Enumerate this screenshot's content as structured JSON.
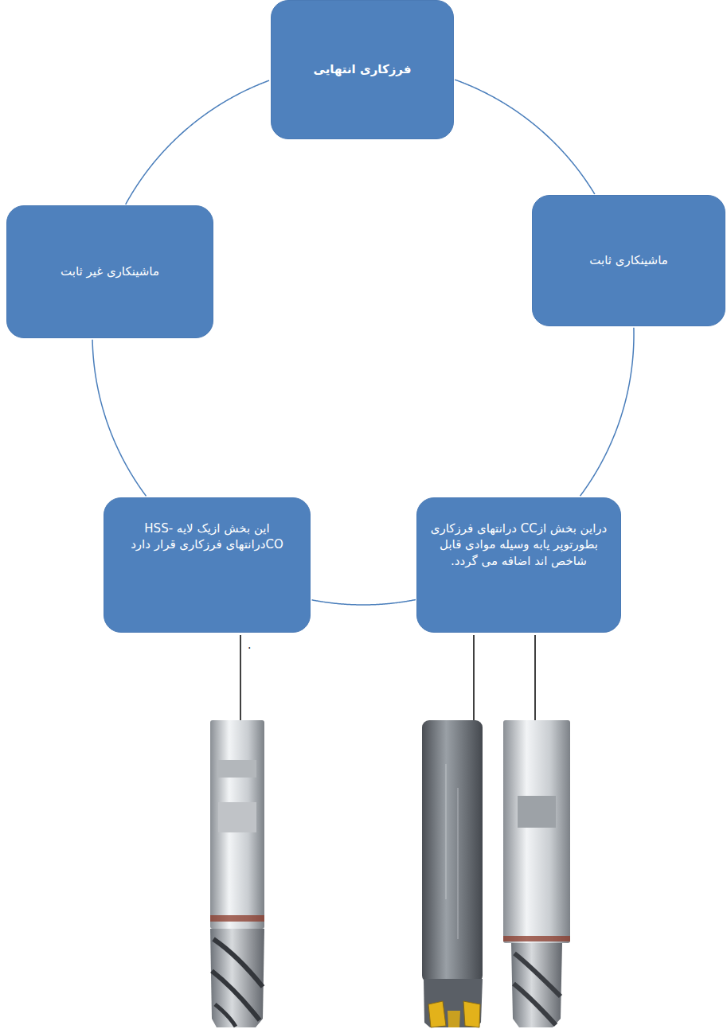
{
  "diagram": {
    "nodes": [
      {
        "text": [
          "فرزکاری انتهایی"
        ]
      },
      {
        "text": [
          "ماشینکاری ثابت"
        ]
      },
      {
        "text": [
          "ماشینکاری غیر ثابت"
        ]
      },
      {
        "text": [
          "این بخش ازیک لایه -HSS COدرانتهای فرزکاری قرار دارد"
        ]
      },
      {
        "text": [
          "دراین بخش ازCC درانتهای فرزکاری بطورتوپر یابه وسیله موادی قابل شاخص اند اضافه می گردد."
        ]
      }
    ],
    "edges": [
      {
        "from": 0,
        "to": 1,
        "arrow": "none"
      },
      {
        "from": 1,
        "to": 4,
        "arrow": "none"
      },
      {
        "from": 4,
        "to": 3,
        "arrow": "none"
      },
      {
        "from": 3,
        "to": 2,
        "arrow": "none"
      },
      {
        "from": 2,
        "to": 0,
        "arrow": "none"
      }
    ],
    "labels": [
      "."
    ]
  }
}
